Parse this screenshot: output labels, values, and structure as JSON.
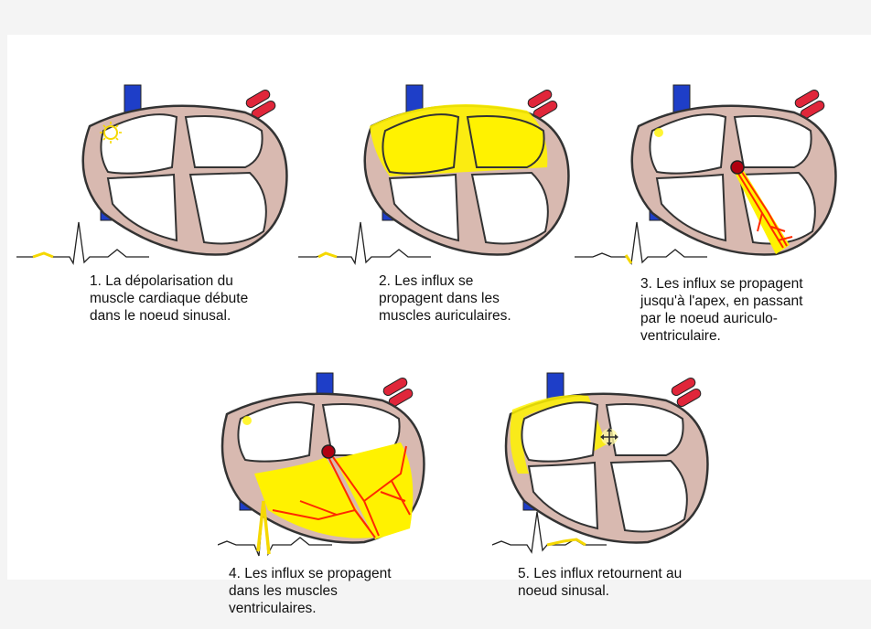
{
  "steps": [
    {
      "caption": "1. La dépolarisation du\nmuscle cardiaque débute\ndans le noeud sinusal."
    },
    {
      "caption": "2. Les influx se\npropagent dans les\nmuscles auriculaires."
    },
    {
      "caption": "3. Les influx se propagent\njusqu'à l'apex, en passant\npar le noeud auriculo-\nventriculaire."
    },
    {
      "caption": "4. Les influx se propagent\ndans les muscles\nventriculaires."
    },
    {
      "caption": "5. Les influx retournent au\nnoeud sinusal."
    }
  ],
  "colors": {
    "heart_wall": "#d8b9b0",
    "heart_outline": "#333333",
    "vessel_blue": "#1e3ec8",
    "artery_red": "#e0263a",
    "impulse_yellow": "#fff200",
    "impulse_red": "#ff2a00",
    "node_dark_red": "#b00010"
  },
  "icons": [
    "sun-icon",
    "move-cursor-icon"
  ]
}
